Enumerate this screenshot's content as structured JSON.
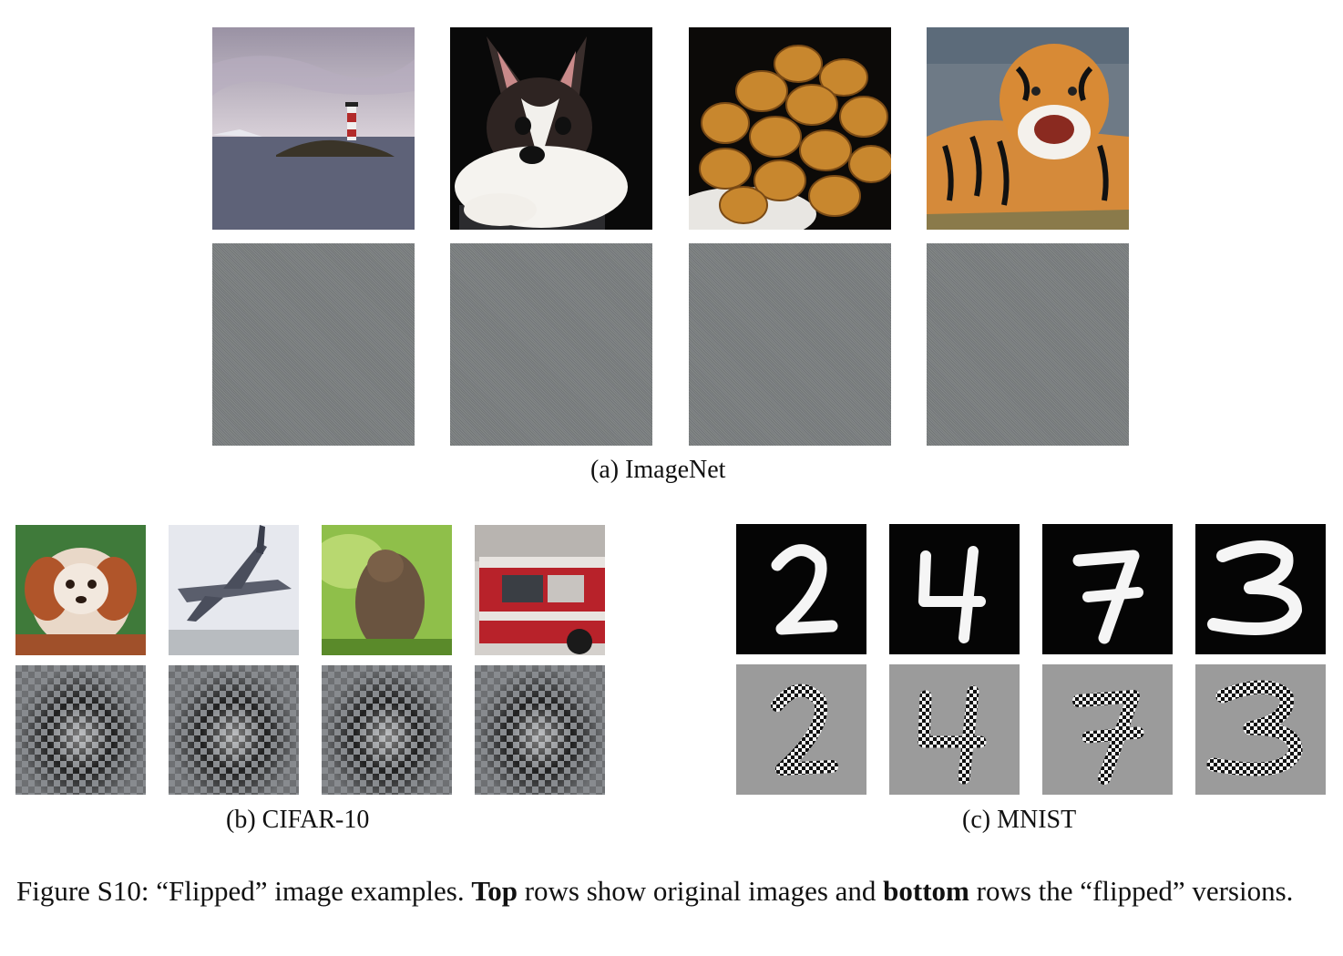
{
  "imagenet": {
    "caption": "(a) ImageNet",
    "originals": [
      "lighthouse",
      "puppy",
      "bread-rolls",
      "tiger"
    ]
  },
  "cifar": {
    "caption": "(b) CIFAR-10",
    "originals": [
      "dog",
      "airplane",
      "frog",
      "fire-truck"
    ]
  },
  "mnist": {
    "caption": "(c) MNIST",
    "digits": [
      "2",
      "4",
      "7",
      "3"
    ]
  },
  "figure": {
    "label": "Figure S10:",
    "text_1": "“Flipped” image examples.",
    "bold_1": "Top",
    "text_2": "rows show original images and",
    "bold_2": "bottom",
    "text_3": "rows the “flipped” versions."
  }
}
